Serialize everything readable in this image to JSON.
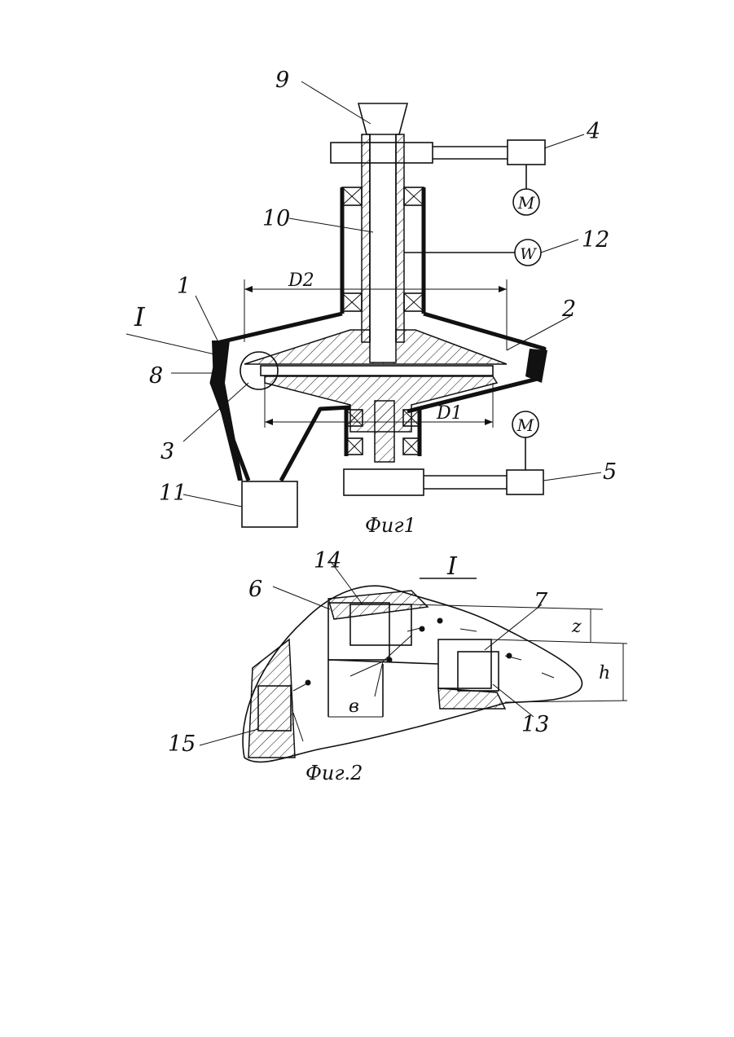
{
  "figure1": {
    "caption": "Фиг1",
    "labels": {
      "l1": "1",
      "l2": "2",
      "l3": "3",
      "l4": "4",
      "l5": "5",
      "l8": "8",
      "l9": "9",
      "l10": "10",
      "l11": "11",
      "l12": "12",
      "section": "I"
    },
    "dims": {
      "d2": "D2",
      "d1": "D1"
    },
    "symbols": {
      "motor_top": "M",
      "motor_bottom": "M",
      "wattmeter": "W"
    }
  },
  "figure2": {
    "caption": "Фиг.2",
    "title": "I",
    "labels": {
      "l6": "6",
      "l7": "7",
      "l13": "13",
      "l14": "14",
      "l15": "15"
    },
    "dims": {
      "b": "в",
      "h": "h",
      "z": "z"
    }
  }
}
